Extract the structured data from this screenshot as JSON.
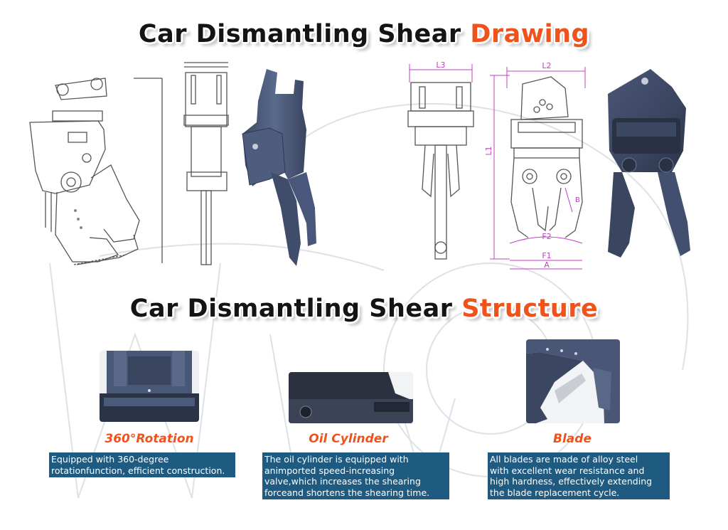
{
  "header": {
    "title_main": "Car Dismantling Shear",
    "title_accent": "Drawing"
  },
  "structure": {
    "title_main": "Car Dismantling Shear",
    "title_accent": "Structure"
  },
  "dimension_labels": {
    "l3": "L3",
    "l2": "L2",
    "l1": "L1",
    "b": "B",
    "f2": "F2",
    "f1": "F1",
    "a": "A"
  },
  "features": [
    {
      "title": "360°Rotation",
      "lines": [
        "Equipped with 360-degree",
        "rotationfunction, efficient construction."
      ]
    },
    {
      "title": "Oil  Cylinder",
      "lines": [
        "The oil cylinder is equipped with",
        "animported speed-increasing",
        "valve,which increases the shearing",
        "forceand shortens the shearing time."
      ]
    },
    {
      "title": "Blade",
      "lines": [
        "All blades are made of alloy steel",
        "with excellent wear resistance and",
        "high hardness, effectively extending",
        "the blade replacement cycle."
      ]
    }
  ],
  "colors": {
    "accent": "#f0521c",
    "panel": "#1f5a80",
    "steel": "#4c5a78",
    "dimension": "#c23fc2"
  }
}
